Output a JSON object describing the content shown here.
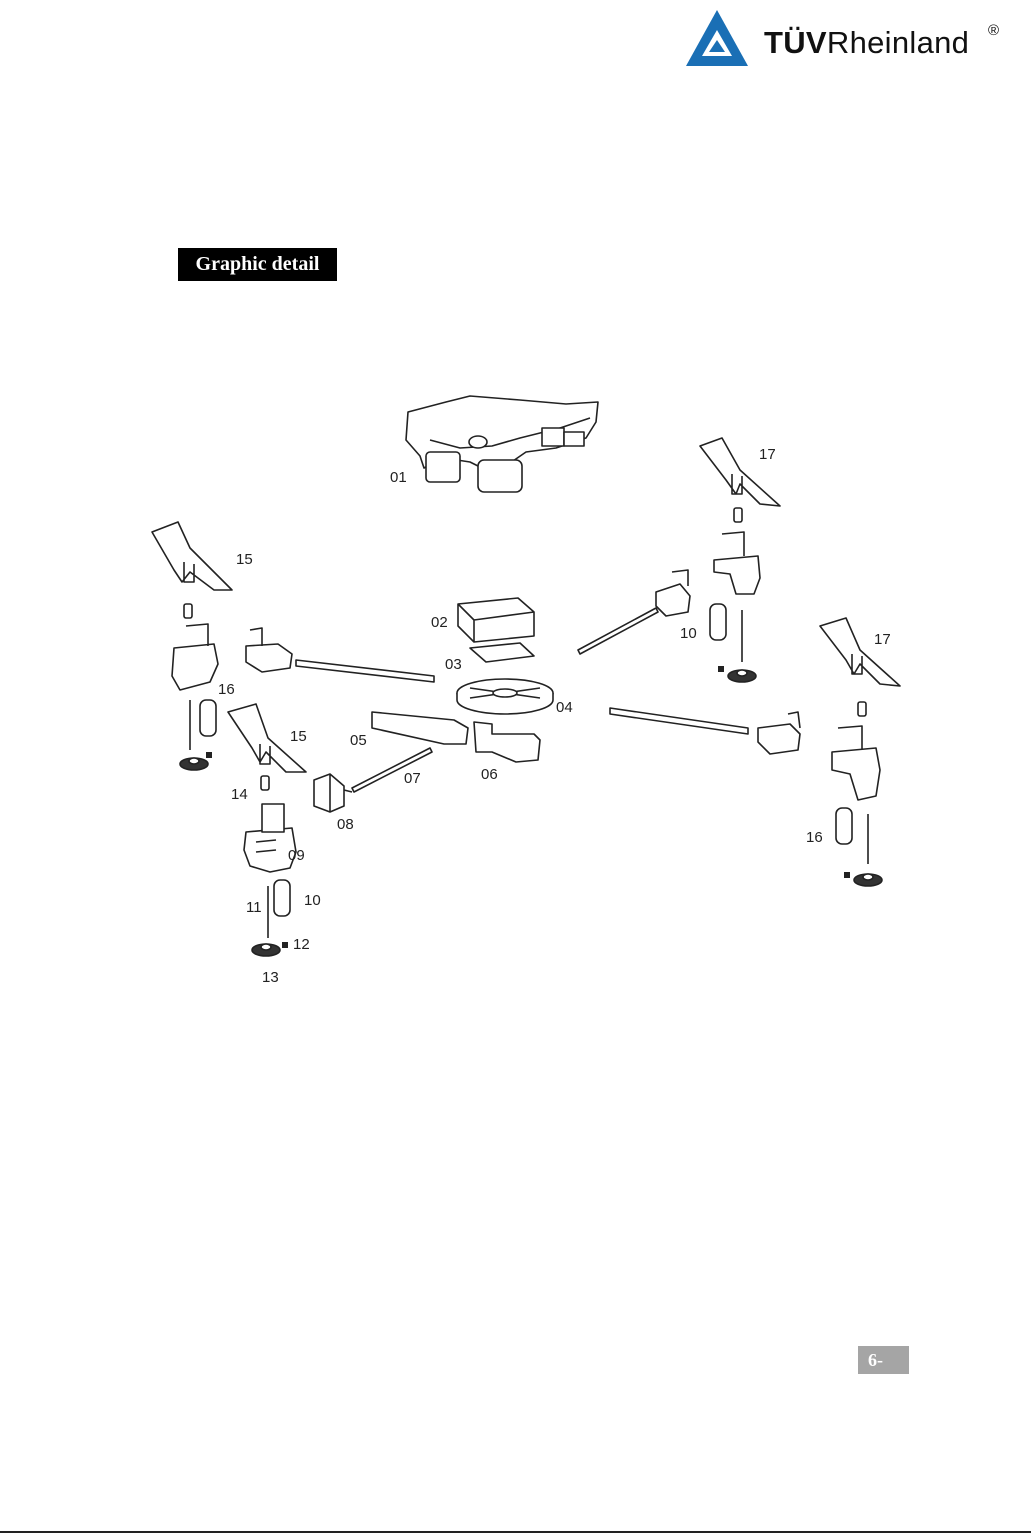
{
  "header": {
    "brand_bold": "TÜV",
    "brand_regular": "Rheinland",
    "registered_mark": "®",
    "brand_color": "#1a6fb5"
  },
  "section_label": "Graphic detail",
  "diagram": {
    "callouts": [
      "01",
      "02",
      "03",
      "04",
      "05",
      "06",
      "07",
      "08",
      "09",
      "10",
      "10",
      "11",
      "12",
      "13",
      "14",
      "15",
      "15",
      "16",
      "16",
      "17",
      "17"
    ]
  },
  "footer": {
    "page_number": "6-"
  }
}
